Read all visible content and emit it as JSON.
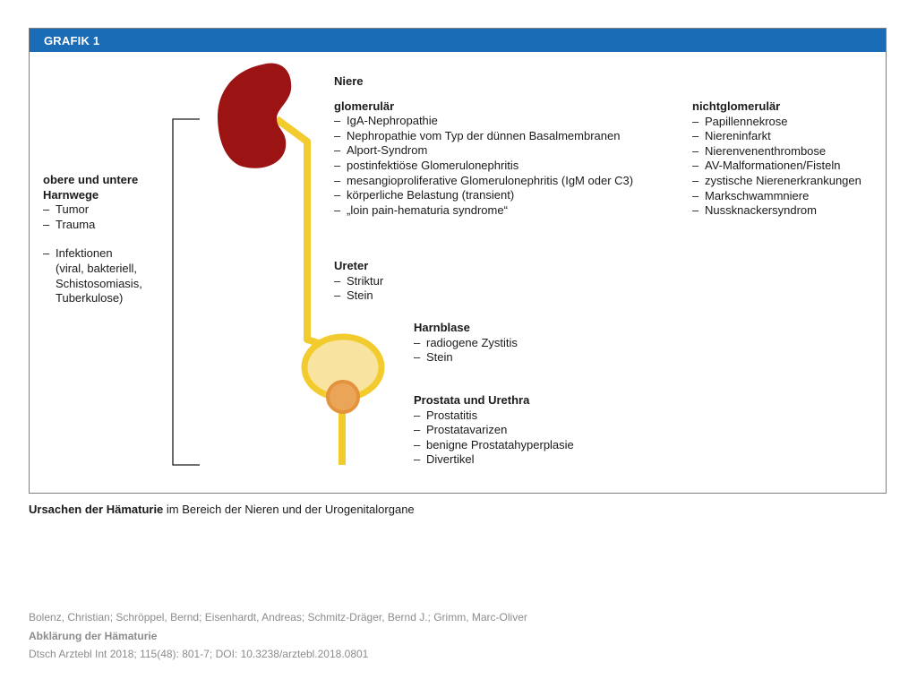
{
  "figure": {
    "header_title": "GRAFIK 1",
    "left": {
      "heading_line1": "obere und untere",
      "heading_line2": "Harnwege",
      "items": [
        "Tumor",
        "Trauma"
      ],
      "infection_lines": [
        "Infektionen",
        "(viral, bakteriell,",
        "Schistosomiasis,",
        "Tuberkulose)"
      ]
    },
    "niere": {
      "title": "Niere",
      "glomerular_heading": "glomerulär",
      "glomerular_items": [
        "IgA-Nephropathie",
        "Nephropathie vom Typ der dünnen Basalmembranen",
        "Alport-Syndrom",
        "postinfektiöse Glomerulonephritis",
        "mesangioproliferative Glomerulonephritis (IgM oder C3)",
        "körperliche Belastung (transient)",
        "„loin pain-hematuria syndrome“"
      ],
      "nonglomerular_heading": "nichtglomerulär",
      "nonglomerular_items": [
        "Papillennekrose",
        "Niereninfarkt",
        "Nierenvenenthrombose",
        "AV-Malformationen/Fisteln",
        "zystische Nierenerkrankungen",
        "Markschwammniere",
        "Nussknackersyndrom"
      ]
    },
    "ureter": {
      "title": "Ureter",
      "items": [
        "Striktur",
        "Stein"
      ]
    },
    "harnblase": {
      "title": "Harnblase",
      "items": [
        "radiogene Zystitis",
        "Stein"
      ]
    },
    "prostata": {
      "title": "Prostata und Urethra",
      "items": [
        "Prostatitis",
        "Prostatavarizen",
        "benigne Prostatahyperplasie",
        "Divertikel"
      ]
    },
    "colors": {
      "header": "#1a6cb6",
      "kidney": "#9b1313",
      "ureter": "#f2cc2e",
      "bladder_fill": "#f8e4a0",
      "prostate": "#eba558"
    }
  },
  "caption": {
    "bold": "Ursachen der Hämaturie",
    "rest": " im Bereich der Nieren und der Urogenitalorgane"
  },
  "citation": {
    "authors": "Bolenz, Christian; Schröppel, Bernd; Eisenhardt, Andreas; Schmitz-Dräger, Bernd J.; Grimm, Marc-Oliver",
    "title": "Abklärung der Hämaturie",
    "source": "Dtsch Arztebl Int 2018; 115(48): 801-7; DOI: 10.3238/arztebl.2018.0801"
  }
}
